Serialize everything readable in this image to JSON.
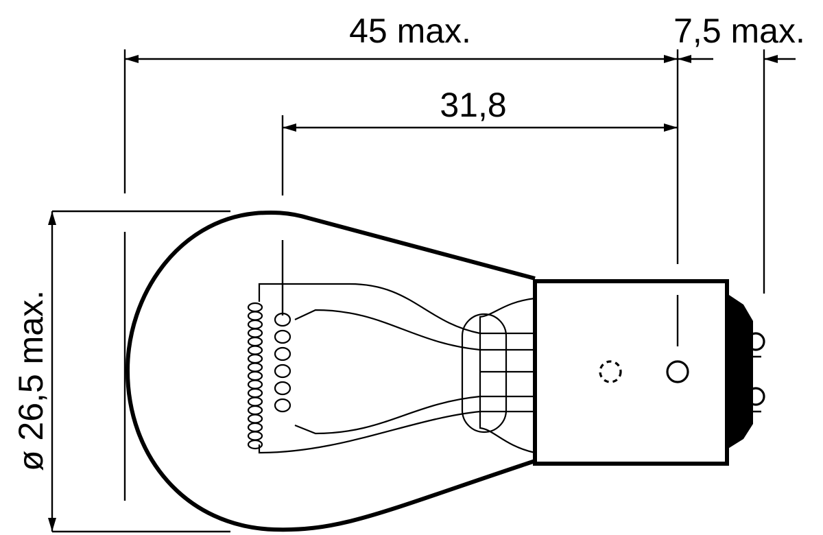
{
  "dimensions": {
    "overall_length": "45 max.",
    "base_pin_length": "7,5 max.",
    "filament_to_base": "31,8",
    "diameter": "ø 26,5 max."
  },
  "colors": {
    "line": "#000000",
    "background": "#ffffff"
  }
}
